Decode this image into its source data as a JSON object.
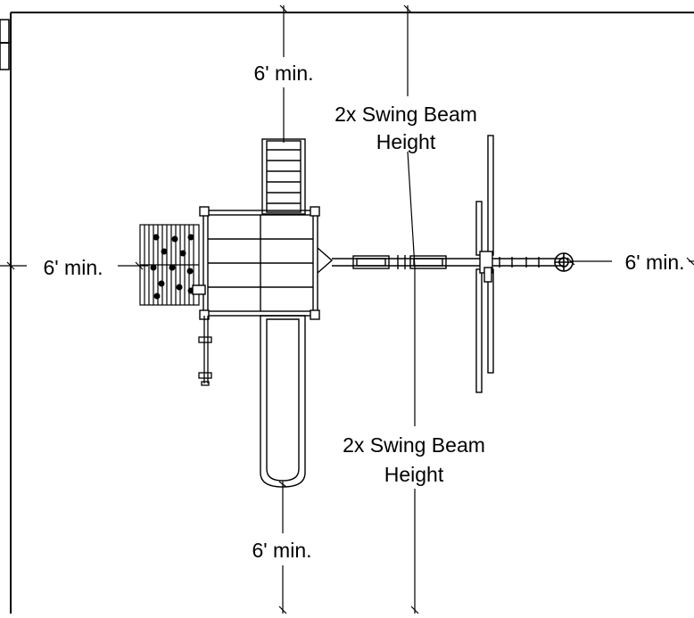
{
  "labels": {
    "top_clearance": "6' min.",
    "top_swing_line1": "2x Swing Beam",
    "top_swing_line2": "Height",
    "left_clearance": "6' min.",
    "right_clearance": "6' min.",
    "bottom_swing_line1": "2x Swing Beam",
    "bottom_swing_line2": "Height",
    "bottom_clearance": "6' min."
  },
  "colors": {
    "line": "#000000",
    "background": "#ffffff"
  }
}
